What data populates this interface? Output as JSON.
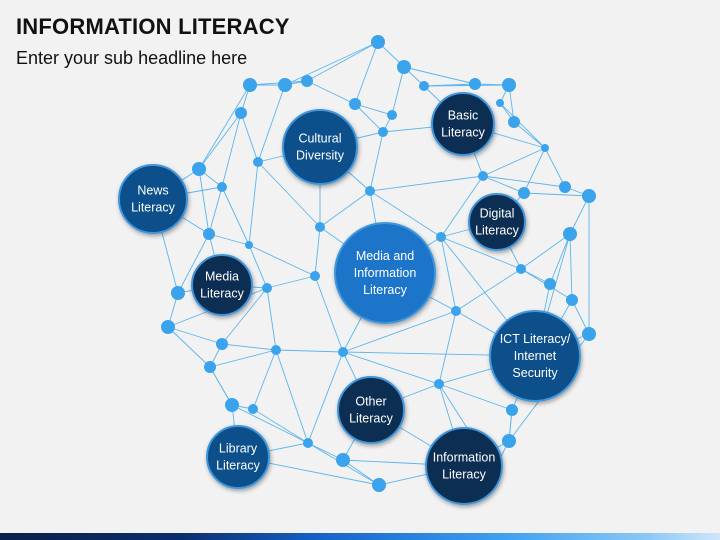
{
  "header": {
    "title": "INFORMATION LITERACY",
    "subtitle": "Enter your sub headline here"
  },
  "colors": {
    "background": "#f2f2f2",
    "line": "#5bb5ee",
    "small_dot": "#3aa3ec",
    "hub_light": "#1b74c8",
    "hub_mid": "#0d4f8a",
    "hub_dark": "#0c2f52",
    "hub_stroke": "#3f96dc"
  },
  "hubs": [
    {
      "id": "cultural",
      "lines": [
        "Cultural",
        "Diversity"
      ],
      "tone": "mid"
    },
    {
      "id": "basic",
      "lines": [
        "Basic",
        "Literacy"
      ],
      "tone": "dark"
    },
    {
      "id": "news",
      "lines": [
        "News",
        "Literacy"
      ],
      "tone": "mid"
    },
    {
      "id": "digital",
      "lines": [
        "Digital",
        "Literacy"
      ],
      "tone": "dark"
    },
    {
      "id": "media-info",
      "lines": [
        "Media and",
        "Information",
        "Literacy"
      ],
      "tone": "light"
    },
    {
      "id": "media",
      "lines": [
        "Media",
        "Literacy"
      ],
      "tone": "dark"
    },
    {
      "id": "ict",
      "lines": [
        "ICT Literacy/",
        "Internet",
        "Security"
      ],
      "tone": "mid"
    },
    {
      "id": "other",
      "lines": [
        "Other",
        "Literacy"
      ],
      "tone": "dark"
    },
    {
      "id": "library",
      "lines": [
        "Library",
        "Literacy"
      ],
      "tone": "mid"
    },
    {
      "id": "information",
      "lines": [
        "Information",
        "Literacy"
      ],
      "tone": "dark"
    }
  ]
}
